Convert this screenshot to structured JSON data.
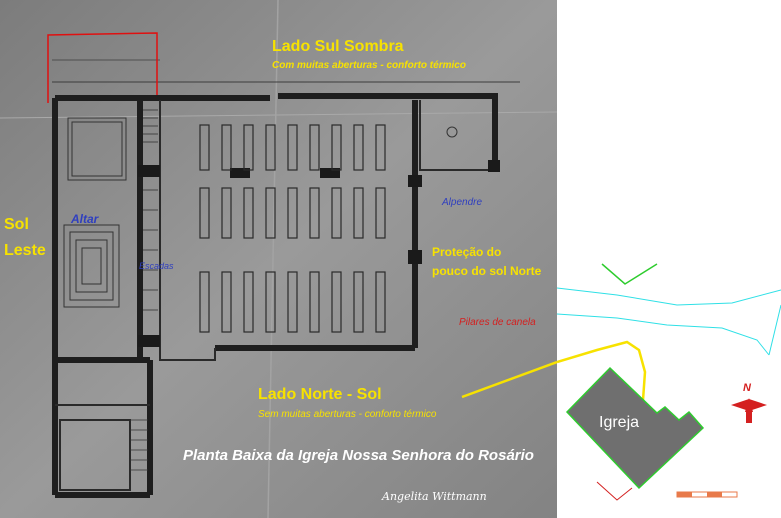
{
  "labels": {
    "lado_sul": "Lado Sul Sombra",
    "lado_sul_sub": "Com muitas aberturas - conforto térmico",
    "sol_leste_1": "Sol",
    "sol_leste_2": "Leste",
    "altar": "Altar",
    "escadas": "Escadas",
    "alpendre": "Alpendre",
    "protecao_1": "Proteção do",
    "protecao_2": "pouco do sol Norte",
    "pilares": "Pilares de canela",
    "lado_norte": "Lado Norte - Sol",
    "lado_norte_sub": "Sem muitas aberturas - conforto térmico",
    "caption": "Planta Baixa da Igreja Nossa Senhora do Rosário",
    "signature": "Angelita Wittmann",
    "igreja": "Igreja",
    "north": "N"
  },
  "colors": {
    "annotation_yellow": "#f7e200",
    "annotation_blue": "#2f3fbf",
    "annotation_red": "#d42020",
    "church_fill": "#6f6f6f",
    "church_outline": "#2ecc2e",
    "street_lines": "#2fe0e6",
    "north_arrow": "#d42020"
  }
}
